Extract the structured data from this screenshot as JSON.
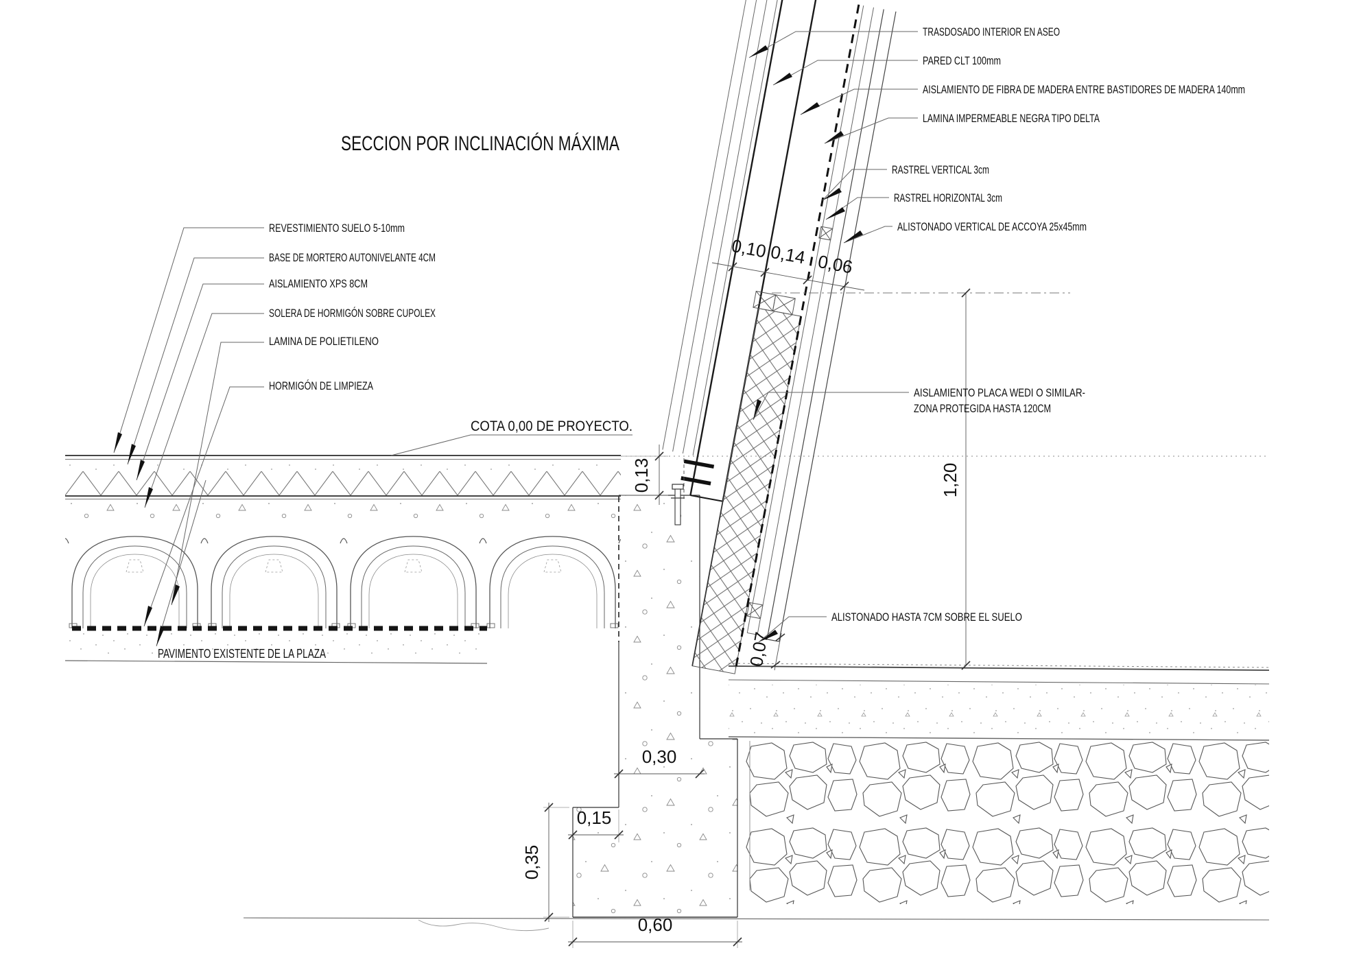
{
  "title": "SECCION POR INCLINACIÓN MÁXIMA",
  "left_labels": {
    "revestimiento": "REVESTIMIENTO SUELO 5-10mm",
    "mortero": "BASE DE MORTERO AUTONIVELANTE 4CM",
    "xps": "AISLAMIENTO XPS 8CM",
    "solera": "SOLERA DE HORMIGÓN SOBRE CUPOLEX",
    "polietileno": "LAMINA DE POLIETILENO",
    "limpieza": "HORMIGÓN DE LIMPIEZA",
    "cota": "COTA 0,00 DE PROYECTO.",
    "pavimento": "PAVIMENTO EXISTENTE DE LA PLAZA"
  },
  "right_labels": {
    "trasdosado": "TRASDOSADO INTERIOR EN ASEO",
    "pared": "PARED CLT 100mm",
    "fibra": "AISLAMIENTO DE FIBRA DE MADERA ENTRE BASTIDORES DE MADERA 140mm",
    "lamina": "LAMINA IMPERMEABLE NEGRA TIPO DELTA",
    "rastrel_v": "RASTREL VERTICAL 3cm",
    "rastrel_h": "RASTREL HORIZONTAL 3cm",
    "alistonado": "ALISTONADO VERTICAL DE ACCOYA 25x45mm",
    "wedi_line1": "AISLAMIENTO PLACA WEDI O SIMILAR-",
    "wedi_line2": "ZONA PROTEGIDA HASTA 120CM",
    "alistonado_suelo": "ALISTONADO HASTA 7CM SOBRE EL SUELO"
  },
  "dims": {
    "wall_a": "0,10",
    "wall_b": "0,14",
    "wall_c": "0,06",
    "floor_edge": "0,13",
    "zona_protegida": "1,20",
    "alistonado_gap": "0,07",
    "upstand_width": "0,30",
    "step_width": "0,15",
    "footing_height": "0,35",
    "footing_width": "0,60"
  },
  "colors": {
    "paper": "#ffffff",
    "main_line": "#333333",
    "thin_line": "#777777",
    "text": "#111111"
  }
}
